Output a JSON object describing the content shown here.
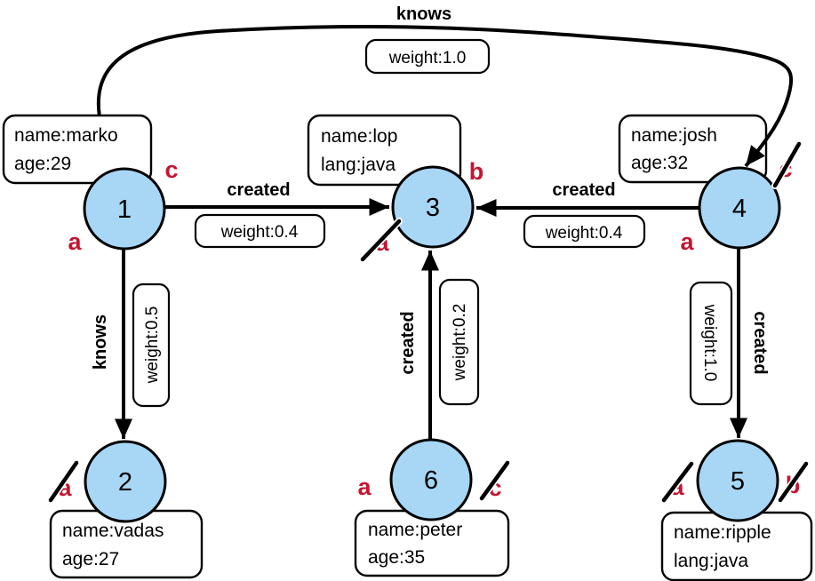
{
  "diagram": {
    "type": "property-graph",
    "description": "Six-vertex graph with labeled/weighted edges and red traversal step marks (some struck through)"
  },
  "vertices": [
    {
      "id": "1",
      "properties": [
        "name:marko",
        "age:29"
      ],
      "marks": [
        {
          "letter": "c",
          "struck": false
        },
        {
          "letter": "a",
          "struck": false
        }
      ]
    },
    {
      "id": "2",
      "properties": [
        "name:vadas",
        "age:27"
      ],
      "marks": [
        {
          "letter": "a",
          "struck": true
        }
      ]
    },
    {
      "id": "3",
      "properties": [
        "name:lop",
        "lang:java"
      ],
      "marks": [
        {
          "letter": "b",
          "struck": false
        },
        {
          "letter": "a",
          "struck": true
        }
      ]
    },
    {
      "id": "4",
      "properties": [
        "name:josh",
        "age:32"
      ],
      "marks": [
        {
          "letter": "c",
          "struck": true
        },
        {
          "letter": "a",
          "struck": false
        }
      ]
    },
    {
      "id": "5",
      "properties": [
        "name:ripple",
        "lang:java"
      ],
      "marks": [
        {
          "letter": "a",
          "struck": true
        },
        {
          "letter": "b",
          "struck": true
        }
      ]
    },
    {
      "id": "6",
      "properties": [
        "name:peter",
        "age:35"
      ],
      "marks": [
        {
          "letter": "a",
          "struck": false
        },
        {
          "letter": "c",
          "struck": true
        }
      ]
    }
  ],
  "edges": [
    {
      "from": "1",
      "to": "4",
      "label": "knows",
      "weight": "weight:1.0"
    },
    {
      "from": "1",
      "to": "3",
      "label": "created",
      "weight": "weight:0.4"
    },
    {
      "from": "4",
      "to": "3",
      "label": "created",
      "weight": "weight:0.4"
    },
    {
      "from": "1",
      "to": "2",
      "label": "knows",
      "weight": "weight:0.5"
    },
    {
      "from": "6",
      "to": "3",
      "label": "created",
      "weight": "weight:0.2"
    },
    {
      "from": "4",
      "to": "5",
      "label": "created",
      "weight": "weight:1.0"
    }
  ],
  "colors": {
    "vertex_fill": "#A8D7F6",
    "vertex_border": "#000000",
    "mark_red": "#C31632",
    "edge": "#000000",
    "box_fill": "#FFFFFF"
  }
}
